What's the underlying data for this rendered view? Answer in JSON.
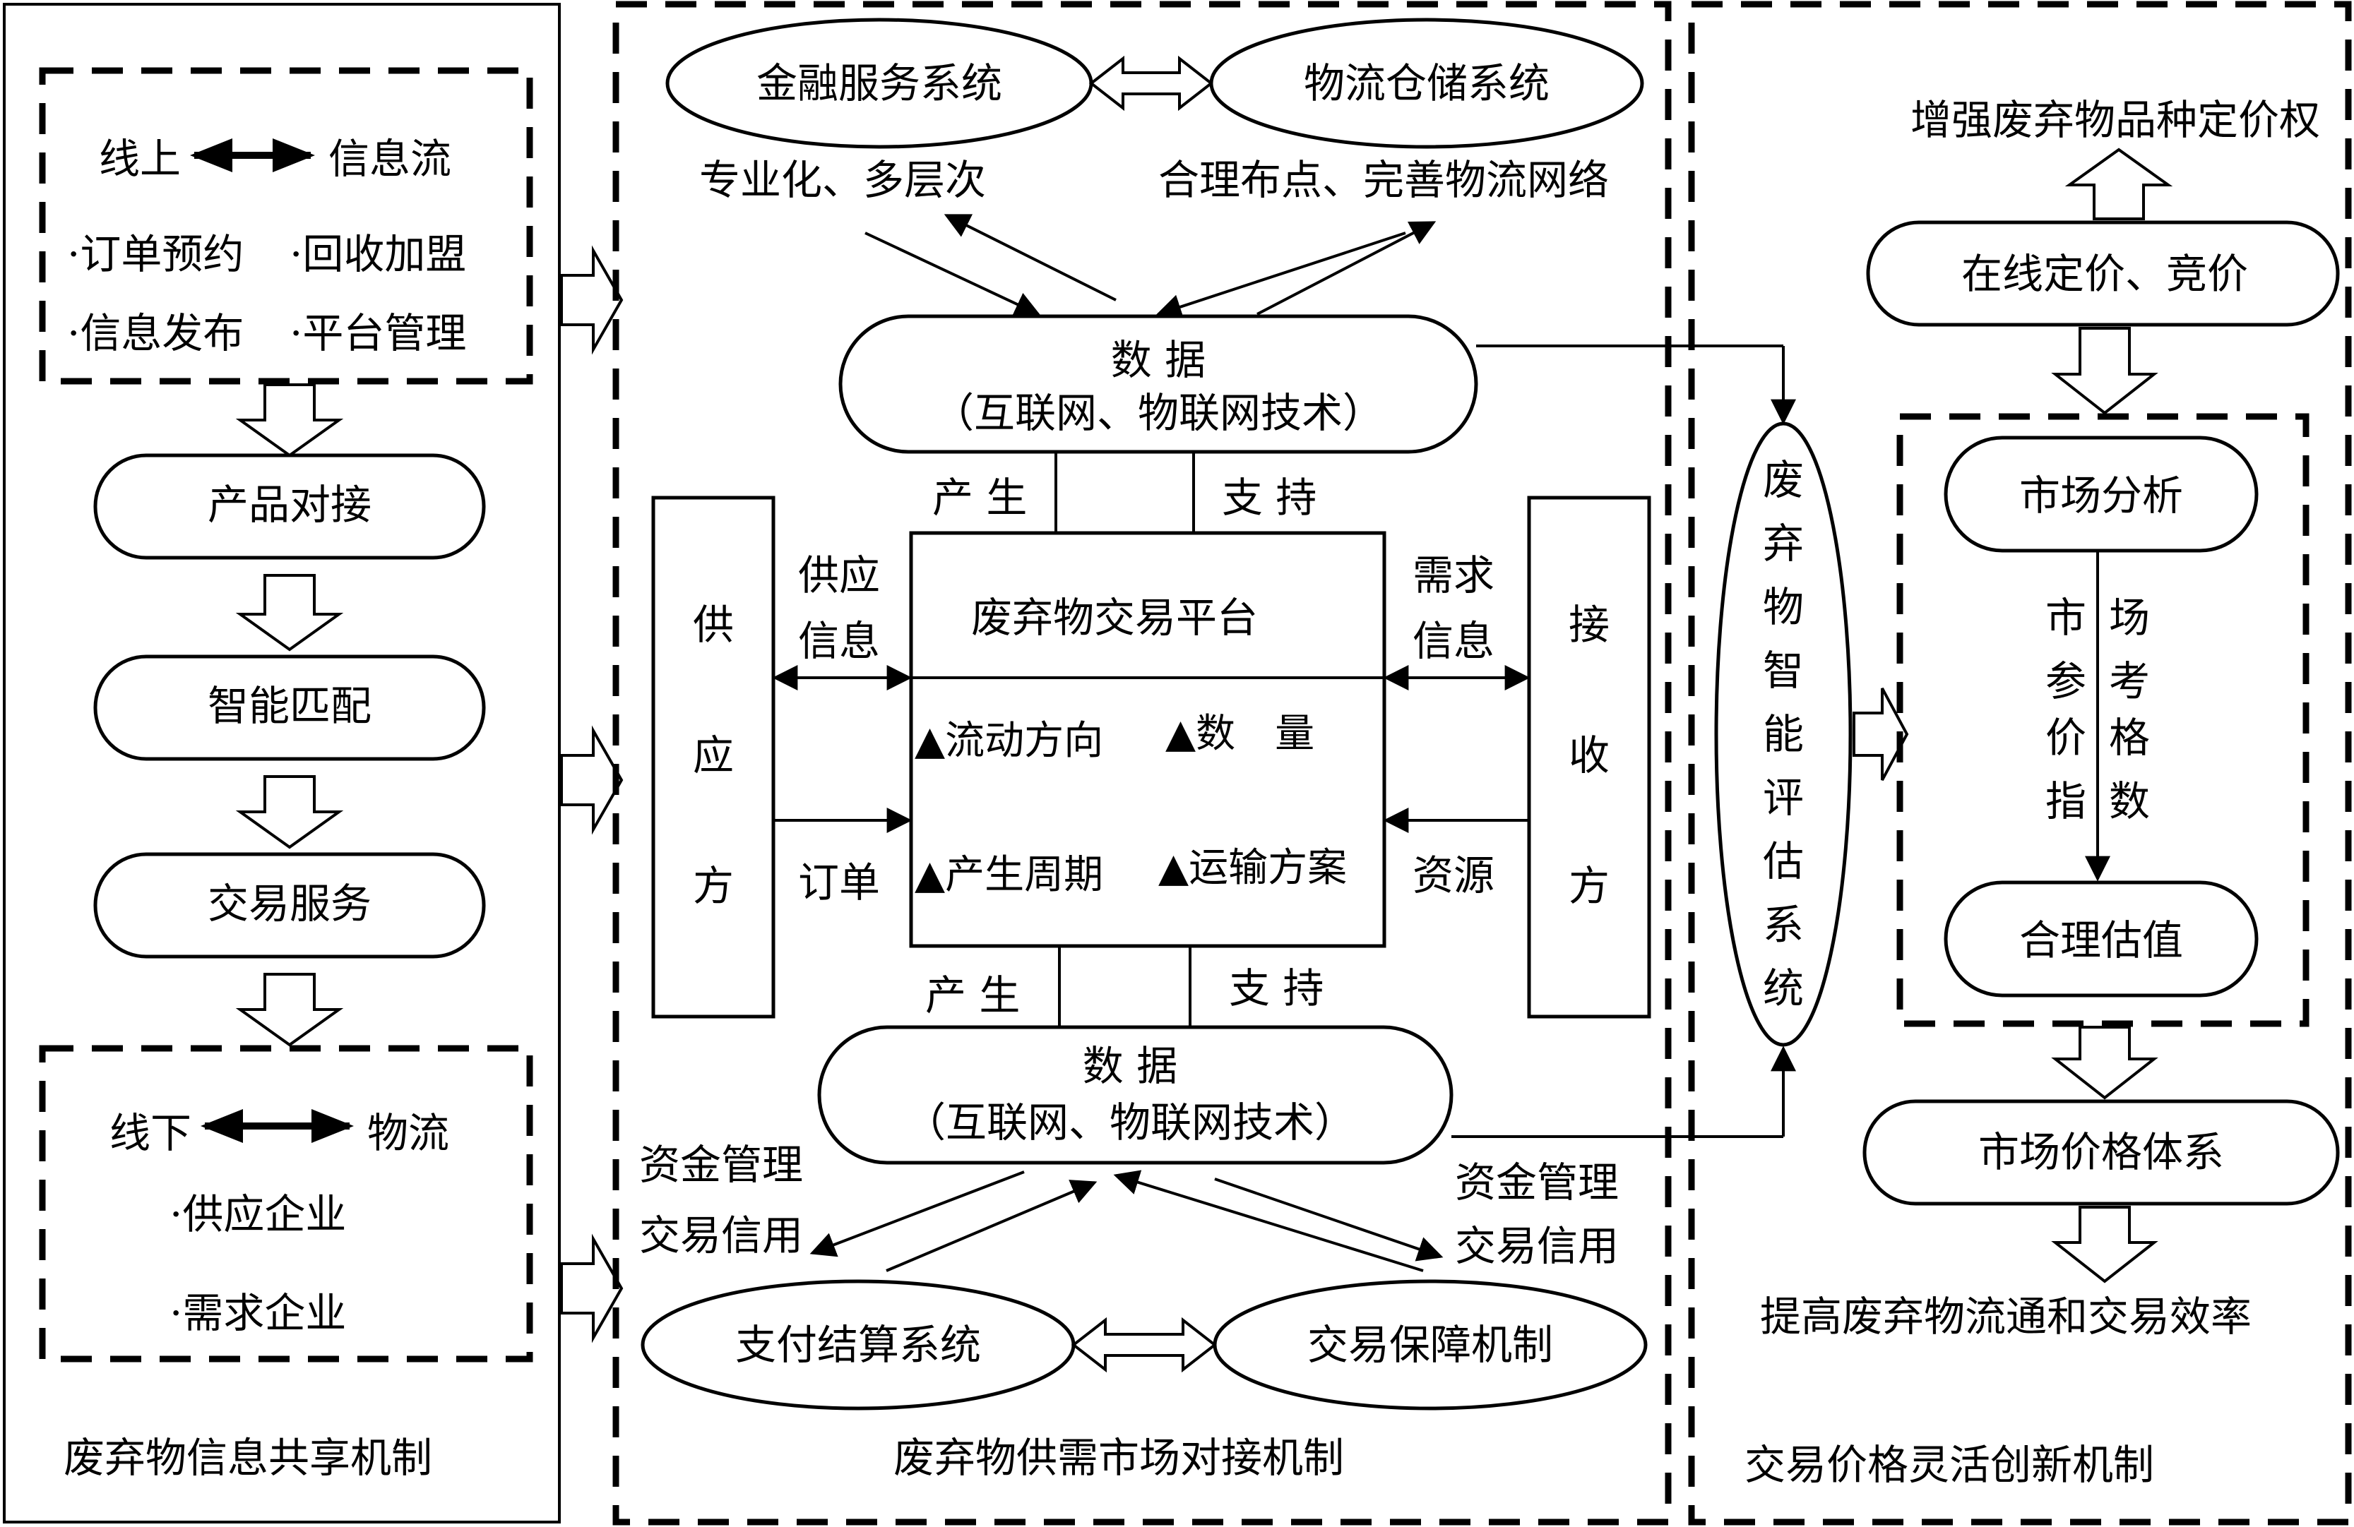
{
  "left": {
    "online_top": {
      "left": "线上",
      "right": "信息流"
    },
    "online_items": [
      "·订单预约",
      "·回收加盟",
      "·信息发布",
      "·平台管理"
    ],
    "flow_steps": [
      "产品对接",
      "智能匹配",
      "交易服务"
    ],
    "offline_top": {
      "left": "线下",
      "right": "物流"
    },
    "offline_items": [
      "·供应企业",
      "·需求企业"
    ],
    "caption": "废弃物信息共享机制"
  },
  "middle": {
    "finance_system": "金融服务系统",
    "logistics_system": "物流仓储系统",
    "note_professional": "专业化、多层次",
    "note_network": "合理布点、完善物流网络",
    "data_top": {
      "line1": "数 据",
      "line2": "（互联网、物联网技术）"
    },
    "produce_label": "产 生",
    "support_label": "支 持",
    "supply_side": "供应方",
    "receive_side": "接收方",
    "supply_info": [
      "供应",
      "信息"
    ],
    "demand_info": [
      "需求",
      "信息"
    ],
    "order_label": "订单",
    "resource_label": "资源",
    "platform_title": "废弃物交易平台",
    "platform_items": [
      "▲流动方向",
      "▲数　量",
      "▲产生周期",
      "▲运输方案"
    ],
    "data_bottom": {
      "line1": "数 据",
      "line2": "（互联网、物联网技术）"
    },
    "fund_left": [
      "资金管理",
      "交易信用"
    ],
    "fund_right": [
      "资金管理",
      "交易信用"
    ],
    "payment_system": "支付结算系统",
    "guarantee_system": "交易保障机制",
    "caption": "废弃物供需市场对接机制"
  },
  "eval_system": "废弃物智能评估系统",
  "right": {
    "pricing_power": "增强废弃物品种定价权",
    "online_pricing": "在线定价、竞价",
    "market_analysis": "市场分析",
    "market_ref": [
      "市",
      "场",
      "参",
      "考",
      "价",
      "格",
      "指",
      "数"
    ],
    "valuation": "合理估值",
    "price_system": "市场价格体系",
    "efficiency": "提高废弃物流通和交易效率",
    "caption": "交易价格灵活创新机制"
  }
}
